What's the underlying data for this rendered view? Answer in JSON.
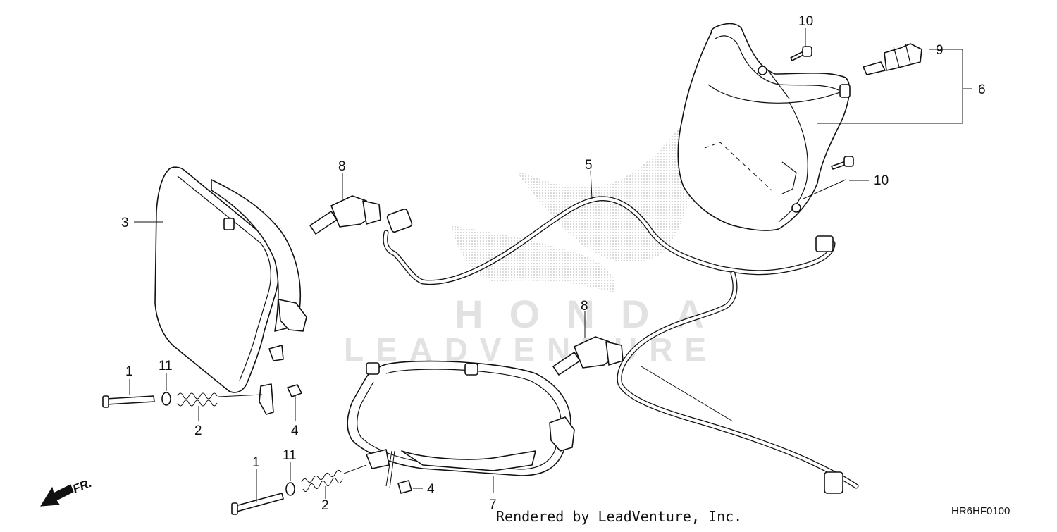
{
  "diagram": {
    "callouts": [
      {
        "id": "c1a",
        "text": "1"
      },
      {
        "id": "c1b",
        "text": "1"
      },
      {
        "id": "c2a",
        "text": "2"
      },
      {
        "id": "c2b",
        "text": "2"
      },
      {
        "id": "c3",
        "text": "3"
      },
      {
        "id": "c4a",
        "text": "4"
      },
      {
        "id": "c4b",
        "text": "4"
      },
      {
        "id": "c5",
        "text": "5"
      },
      {
        "id": "c6",
        "text": "6"
      },
      {
        "id": "c7",
        "text": "7"
      },
      {
        "id": "c8a",
        "text": "8"
      },
      {
        "id": "c8b",
        "text": "8"
      },
      {
        "id": "c9",
        "text": "9"
      },
      {
        "id": "c10a",
        "text": "10"
      },
      {
        "id": "c10b",
        "text": "10"
      },
      {
        "id": "c11a",
        "text": "11"
      },
      {
        "id": "c11b",
        "text": "11"
      }
    ],
    "front_indicator": "FR.",
    "watermark_logo": "HONDA",
    "watermark_brand": "LEADVENTURE",
    "credit": "Rendered by LeadVenture, Inc.",
    "drawing_code": "HR6HF0100"
  }
}
